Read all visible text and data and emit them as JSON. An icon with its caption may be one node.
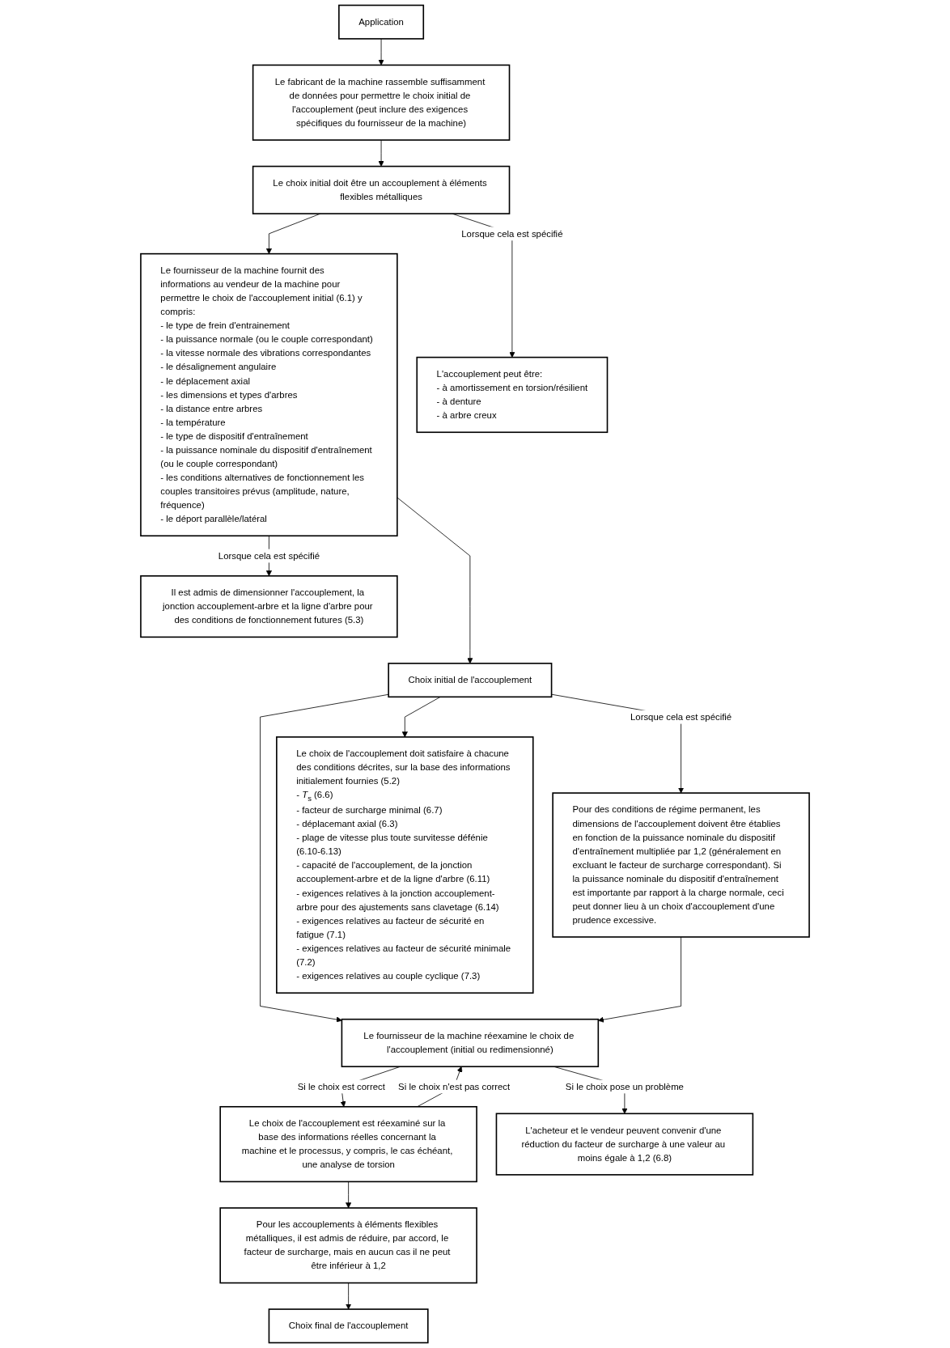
{
  "diagram": {
    "nodes": [
      {
        "text": [
          "Application"
        ]
      },
      {
        "text": [
          "Le fabricant de la machine rassemble suffisamment de données pour permettre le choix initial de l'accouplement (peut inclure des exigences spécifiques du fournisseur de la machine)"
        ]
      },
      {
        "text": [
          "Le choix initial doit être un accouplement à éléments flexibles métalliques"
        ]
      },
      {
        "text": [
          "L'accouplement peut être: - à amortissement en torsion/résilient - à denture - à arbre creux"
        ]
      },
      {
        "text": [
          "Le fournisseur de la machine fournit des informations au vendeur de la machine pour permettre le choix de l'accouplement initial (6.1) y compris: - le type de frein d'entrainement - la puissance normale (ou le couple correspondant) - la vitesse normale des vibrations correspondantes - le désalignement angulaire - le déplacement axial - les dimensions et types d'arbres - la distance entre arbres - la température - le type de dispositif d'entraînement - la puissance nominale du dispositif d'entraînement (ou le couple correspondant) - les conditions alternatives de fonctionnement les couples transitoires prévus (amplitude, nature, fréquence) - le déport parallèle/latéral"
        ]
      },
      {
        "text": [
          "Il est admis de dimensionner l'accouplement, la jonction accouplement-arbre et la ligne d'arbre pour des conditions de fonctionnement futures (5.3)"
        ]
      },
      {
        "text": [
          "Choix initial de l'accouplement"
        ]
      },
      {
        "text": [
          "Pour des conditions de régime permanent, les dimensions de l'accouplement doivent être établies en fonction de la puissance nominale du dispositif d'entraînement multipliée par 1,2 (généralement en excluant le facteur de surcharge correspondant). Si la puissance nominale du dispositif d'entraînement est importante par rapport à la charge normale, ceci peut donner lieu à un choix d'accouplement d'une prudence excessive."
        ]
      },
      {
        "text": [
          "Le choix de l'accouplement doit satisfaire à chacune des conditions décrites, sur la base des informations initialement fournies (5.2) - *T*$_{s}$ (6.6) - facteur de surcharge minimal (6.7) - déplacemant axial (6.3) - plage de vitesse plus toute survitesse défénie (6.10-6.13) - capacité de l'accouplement, de la jonction accouplement-arbre et de la ligne d'arbre (6.11) - exigences relatives à la jonction accouplement-arbre pour des ajustements sans clavetage (6.14) - exigences relatives au facteur de sécurité en fatigue (7.1) - exigences relatives au facteur de sécurité minimale (7.2) - exigences relatives au couple cyclique (7.3)"
        ]
      },
      {
        "text": [
          "Le fournisseur de la machine réexamine le choix de l'accouplement (initial ou redimensionné)"
        ]
      },
      {
        "text": [
          "L'acheteur et le vendeur peuvent convenir d'une réduction du facteur de surcharge à une valeur au moins égale à 1,2 (6.8)"
        ]
      },
      {
        "text": [
          "Le choix de l'accouplement est réexaminé sur la base des informations réelles concernant la machine et le processus, y compris, le cas échéant, une analyse de torsion"
        ]
      },
      {
        "text": [
          "Pour les accouplements à éléments flexibles métalliques, il est admis de réduire, par accord, le facteur de surcharge, mais en aucun cas il ne peut être inférieur à 1,2"
        ]
      },
      {
        "text": [
          "Choix final de l'accouplement"
        ]
      }
    ],
    "edges": [
      {
        "from": 0,
        "to": 1,
        "arrow": "to"
      },
      {
        "from": 1,
        "to": 2,
        "arrow": "to"
      },
      {
        "from": 2,
        "to": 3,
        "arrow": "to",
        "label": "Lorsque cela est spécifié"
      },
      {
        "from": 2,
        "to": 4,
        "arrow": "to"
      },
      {
        "from": 4,
        "to": 5,
        "arrow": "to",
        "label": "Lorsque cela est spécifié"
      },
      {
        "from": 4,
        "to": 6,
        "arrow": "to"
      },
      {
        "from": 6,
        "to": 7,
        "arrow": "to",
        "label": "Lorsque cela est spécifié"
      },
      {
        "from": 6,
        "to": 8,
        "arrow": "to"
      },
      {
        "from": 6,
        "to": 9,
        "arrow": "to"
      },
      {
        "from": 7,
        "to": 9,
        "arrow": "to"
      },
      {
        "from": 9,
        "to": 10,
        "arrow": "to",
        "label": "Si le choix pose un problème"
      },
      {
        "from": 9,
        "to": 11,
        "arrow": "to",
        "label": "Si le choix est correct"
      },
      {
        "from": 11,
        "to": 9,
        "arrow": "to",
        "label": "Si le choix n'est pas correct"
      },
      {
        "from": 11,
        "to": 12,
        "arrow": "to"
      },
      {
        "from": 12,
        "to": 13,
        "arrow": "to"
      }
    ]
  }
}
